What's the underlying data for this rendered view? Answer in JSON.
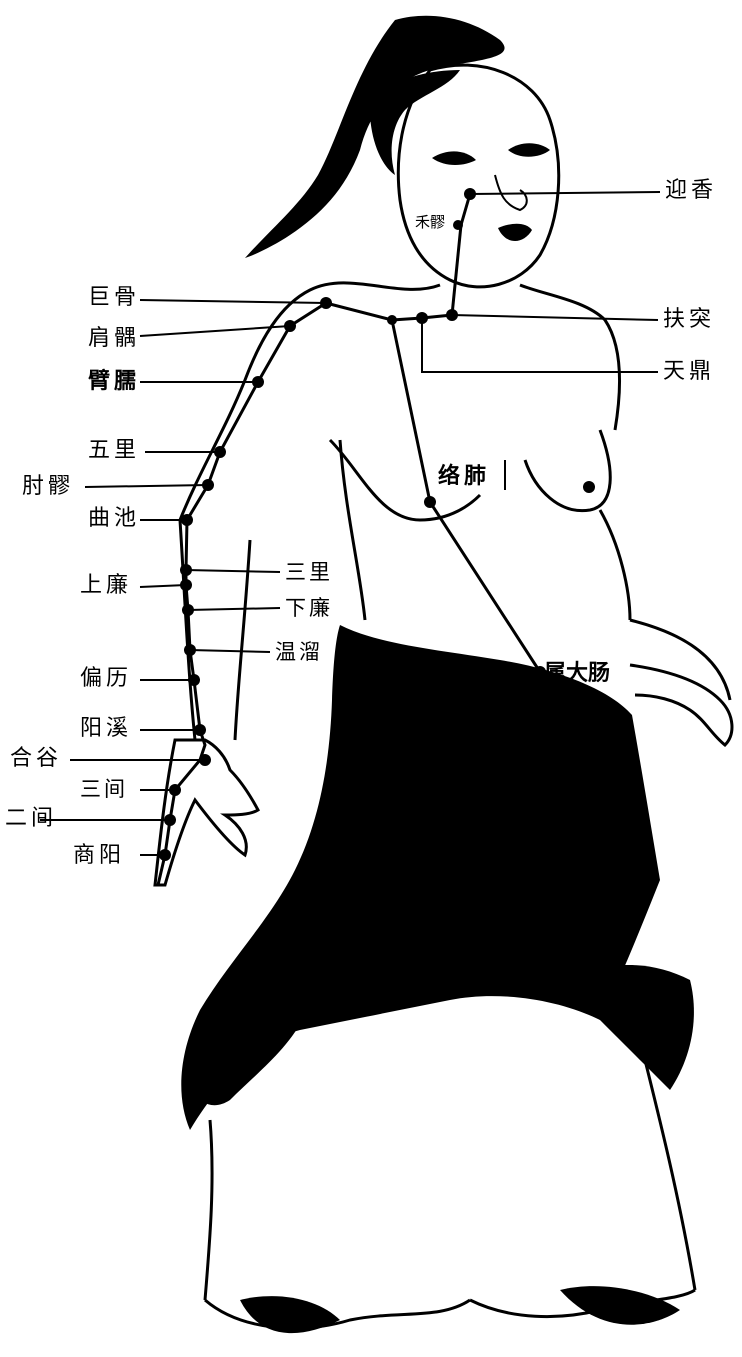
{
  "figure": {
    "ink_color": "#000000",
    "paper_color": "#ffffff",
    "labels": {
      "yingxiang": "迎香",
      "heliao": "禾髎",
      "jugu": "巨骨",
      "jianyu": "肩髃",
      "binao": "臂臑",
      "futu": "扶突",
      "tianding": "天鼎",
      "wuli": "五里",
      "zhouliao": "肘髎",
      "quchi": "曲池",
      "luofei": "络肺",
      "sanli": "三里",
      "shanglian": "上廉",
      "xialian": "下廉",
      "wenliu": "温溜",
      "pianli": "偏历",
      "shudachang": "属大肠",
      "yangxi": "阳溪",
      "hegu": "合谷",
      "sanjian": "三间",
      "erjian": "二间",
      "shangyang": "商阳"
    }
  }
}
